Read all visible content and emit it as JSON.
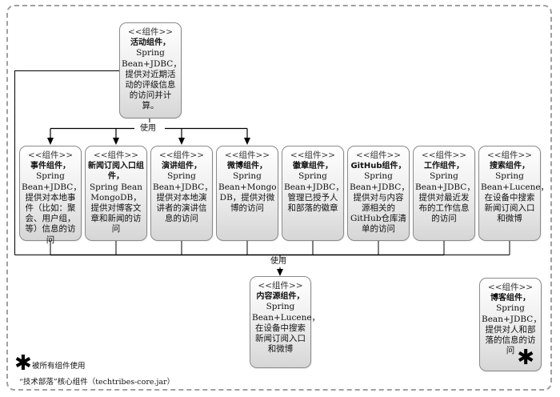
{
  "diagram": {
    "frame_caption": "“技术部落”核心组件（techtribes-core.jar）",
    "legend": {
      "symbol": "✱",
      "text": "被所有组件使用"
    },
    "uses_label_top": "使用",
    "uses_label_bottom": "使用",
    "top_component": {
      "stereotype": "<<组件>>",
      "name": "活动组件，",
      "description": "Spring Bean+JDBC，提供对近期活动的评级信息的访问并计算。"
    },
    "middle_components": [
      {
        "stereotype": "<<组件>>",
        "name": "事件组件，",
        "description": "Spring Bean+JDBC，提供对本地事件（比如：聚会、用户组，等）信息的访问"
      },
      {
        "stereotype": "<<组件>>",
        "name": "新闻订阅入口组件，",
        "description": "Spring Bean MongoDB，提供对博客文章和新闻的访问"
      },
      {
        "stereotype": "<<组件>>",
        "name": "演讲组件，",
        "description": "Spring Bean+JDBC，提供对本地演讲者的演讲信息的访问"
      },
      {
        "stereotype": "<<组件>>",
        "name": "微博组件，",
        "description": "Spring Bean+Mongo DB，提供对微博的访问"
      },
      {
        "stereotype": "<<组件>>",
        "name": "徽章组件，",
        "description": "Spring Bean+JDBC，管理已授予人和部落的徽章"
      },
      {
        "stereotype": "<<组件>>",
        "name": "GitHub组件，",
        "description": "Spring Bean+JDBC，提供对与内容源相关的GitHub仓库清单的访问"
      },
      {
        "stereotype": "<<组件>>",
        "name": "工作组件，",
        "description": "Spring Bean+JDBC，提供对最近发布的工作信息的访问"
      },
      {
        "stereotype": "<<组件>>",
        "name": "搜索组件，",
        "description": "Spring Bean+Lucene，在设备中搜索新闻订阅入口和微博"
      }
    ],
    "content_source_component": {
      "stereotype": "<<组件>>",
      "name": "内容源组件，",
      "description": "Spring Bean+Lucene，在设备中搜索新闻订阅入口和微博"
    },
    "blog_component": {
      "stereotype": "<<组件>>",
      "name": "博客组件，",
      "description": "Spring Bean+JDBC，提供对人和部落的信息的访问",
      "marker": "✱"
    }
  }
}
